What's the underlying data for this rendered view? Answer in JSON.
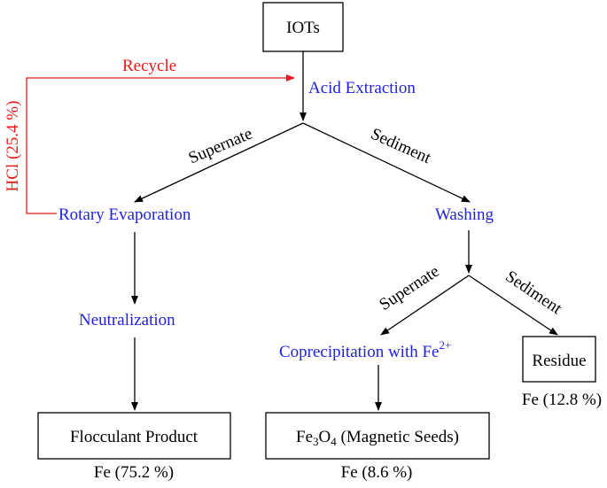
{
  "nodes": {
    "iots": "IOTs",
    "acid_extraction": "Acid Extraction",
    "rotary_evaporation": "Rotary Evaporation",
    "washing": "Washing",
    "neutralization": "Neutralization",
    "coprecipitation": "Coprecipitation with Fe",
    "coprecipitation_sup": "2+",
    "residue": "Residue",
    "flocculant_product": "Flocculant Product",
    "fe3o4_a": "Fe",
    "fe3o4_sub1": "3",
    "fe3o4_b": "O",
    "fe3o4_sub2": "4",
    "fe3o4_c": " (Magnetic Seeds)"
  },
  "edges": {
    "supernate_1": "Supernate",
    "sediment_1": "Sediment",
    "supernate_2": "Supernate",
    "sediment_2": "Sediment",
    "recycle": "Recycle",
    "hcl": "HCl (25.4 %)"
  },
  "yields": {
    "residue": "Fe (12.8 %)",
    "flocculant": "Fe (75.2 %)",
    "fe3o4": "Fe (8.6 %)"
  },
  "colors": {
    "process_text": "#1f1fe6",
    "recycle": "#e61a1a",
    "lines": "#000000"
  }
}
